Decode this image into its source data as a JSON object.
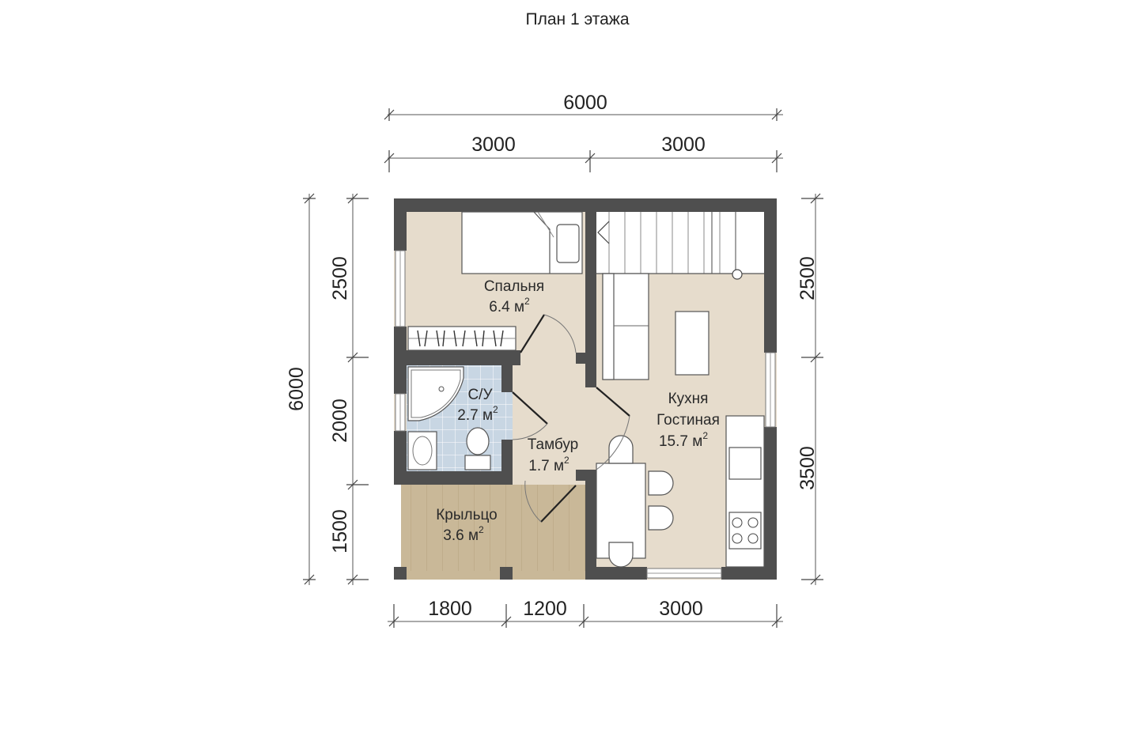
{
  "title": "План 1 этажа",
  "dimensions": {
    "top_total": "6000",
    "top_left": "3000",
    "top_right": "3000",
    "left_total": "6000",
    "left_1": "2500",
    "left_2": "2000",
    "left_3": "1500",
    "right_1": "2500",
    "right_2": "3500",
    "bottom_1": "1800",
    "bottom_2": "1200",
    "bottom_3": "3000"
  },
  "rooms": {
    "bedroom": {
      "name": "Спальня",
      "area": "6.4 м",
      "sup": "2"
    },
    "bathroom": {
      "name": "С/У",
      "area": "2.7 м",
      "sup": "2"
    },
    "vestibule": {
      "name": "Тамбур",
      "area": "1.7 м",
      "sup": "2"
    },
    "porch": {
      "name": "Крыльцо",
      "area": "3.6 м",
      "sup": "2"
    },
    "kitchen": {
      "name": "Кухня",
      "name2": "Гостиная",
      "area": "15.7 м",
      "sup": "2"
    }
  },
  "colors": {
    "wall": "#4f4f4f",
    "floor": "#e6dccc",
    "tile": "#c8d6e3",
    "porch": "#c9b898",
    "window": "#ffffff"
  }
}
